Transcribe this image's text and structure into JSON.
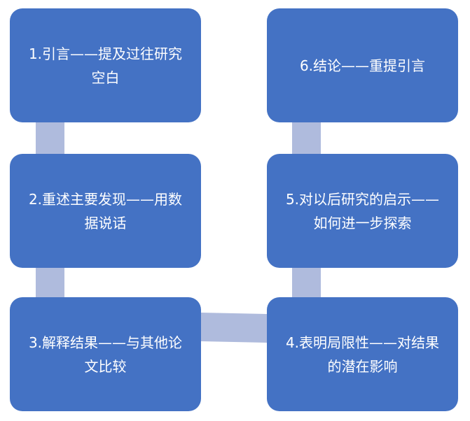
{
  "colors": {
    "box": "#4472C4",
    "connector": "#AFBBDD"
  },
  "steps": [
    {
      "label": "1.引言——提及过往研究空白"
    },
    {
      "label": "2.重述主要发现——用数据说话"
    },
    {
      "label": "3.解释结果——与其他论文比较"
    },
    {
      "label": "4.表明局限性——对结果的潜在影响"
    },
    {
      "label": "5.对以后研究的启示——如何进一步探索"
    },
    {
      "label": "6.结论——重提引言"
    }
  ]
}
